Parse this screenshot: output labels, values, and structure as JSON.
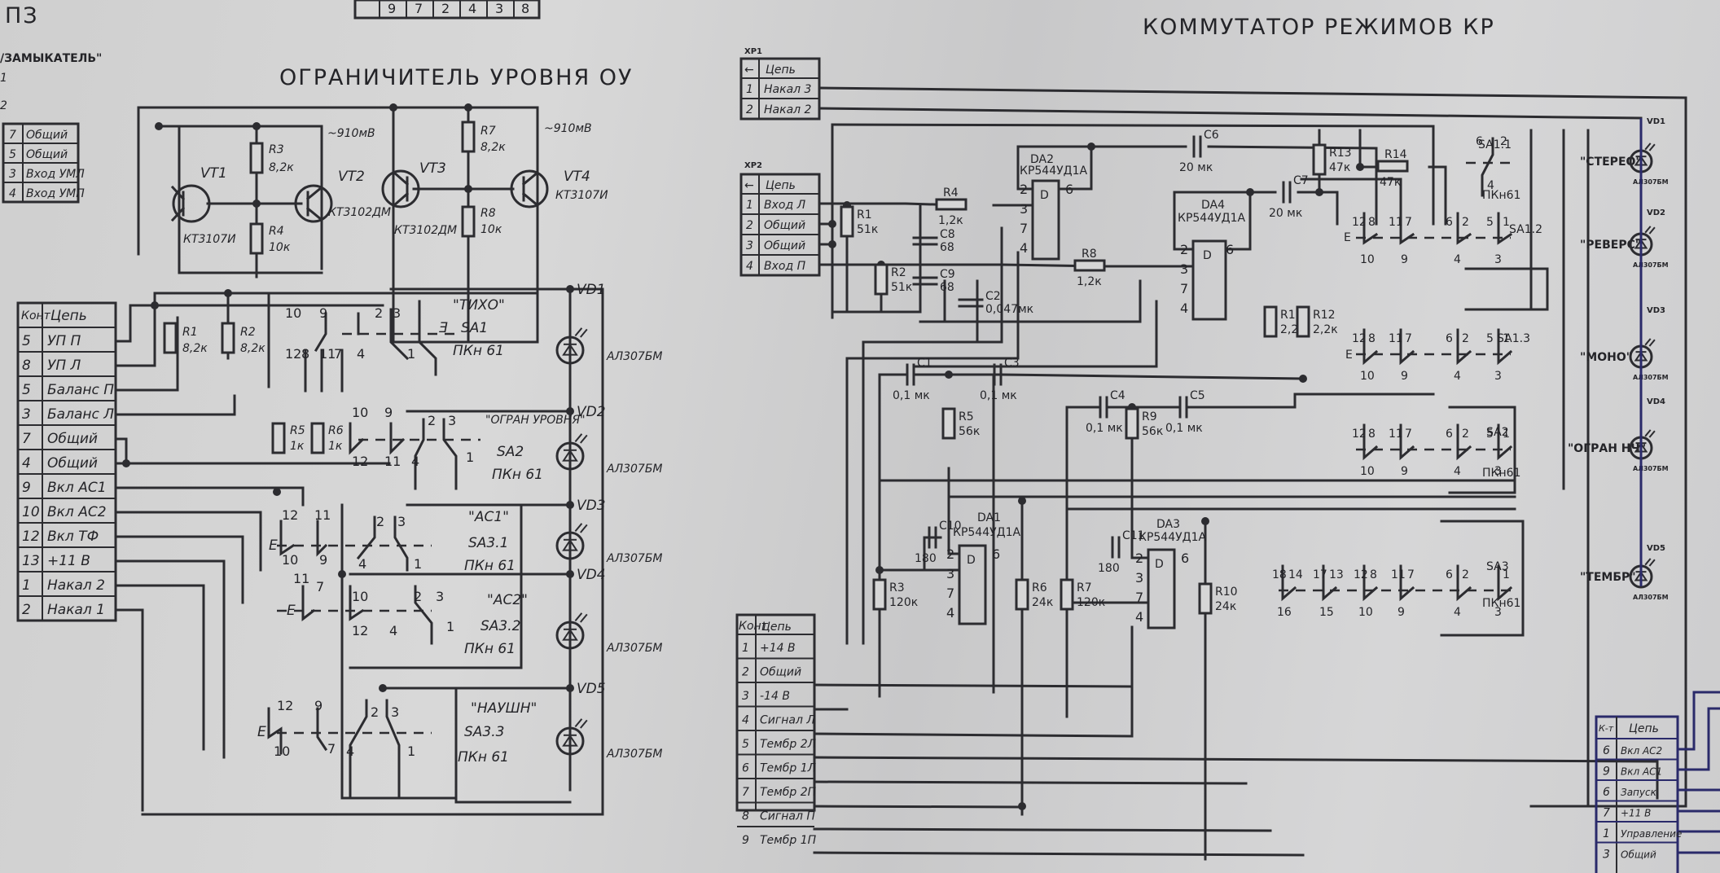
{
  "page_corner_label": "ПЗ",
  "left_fragment": {
    "text": "/ЗАМЫКАТЕЛЬ\"",
    "mark1": "1",
    "mark2": "2"
  },
  "top_strip_cells": [
    "9",
    "7",
    "2",
    "4",
    "3",
    "8"
  ],
  "left_small_table": [
    {
      "pin": "7",
      "net": "Общий"
    },
    {
      "pin": "5",
      "net": "Общий"
    },
    {
      "pin": "3",
      "net": "Вход УМЛ"
    },
    {
      "pin": "4",
      "net": "Вход УМП"
    }
  ],
  "limiter": {
    "title": "ОГРАНИЧИТЕЛЬ УРОВНЯ ОУ",
    "voltage_labels": [
      "~910мВ",
      "~910мВ"
    ],
    "transistors": [
      {
        "ref": "VT1",
        "type": "КТ3107И"
      },
      {
        "ref": "VT2",
        "type": "КТ3102ДМ"
      },
      {
        "ref": "VT3",
        "type": "КТ3102ДМ"
      },
      {
        "ref": "VT4",
        "type": "КТ3107И"
      }
    ],
    "resistors": [
      {
        "ref": "R1",
        "value": "8,2к"
      },
      {
        "ref": "R2",
        "value": "8,2к"
      },
      {
        "ref": "R3",
        "value": "8,2к"
      },
      {
        "ref": "R4",
        "value": "10к"
      },
      {
        "ref": "R5",
        "value": "1к"
      },
      {
        "ref": "R6",
        "value": "1к"
      },
      {
        "ref": "R7",
        "value": "8,2к"
      },
      {
        "ref": "R8",
        "value": "10к"
      }
    ],
    "connector": {
      "header": {
        "pin": "Конт",
        "net": "Цепь"
      },
      "rows": [
        {
          "pin": "5",
          "net": "УП П"
        },
        {
          "pin": "8",
          "net": "УП Л"
        },
        {
          "pin": "5",
          "net": "Баланс П"
        },
        {
          "pin": "3",
          "net": "Баланс Л"
        },
        {
          "pin": "7",
          "net": "Общий"
        },
        {
          "pin": "4",
          "net": "Общий"
        },
        {
          "pin": "9",
          "net": "Вкл АС1"
        },
        {
          "pin": "10",
          "net": "Вкл АС2"
        },
        {
          "pin": "12",
          "net": "Вкл ТФ"
        },
        {
          "pin": "13",
          "net": "+11 В"
        },
        {
          "pin": "1",
          "net": "Накал 2"
        },
        {
          "pin": "2",
          "net": "Накал 1"
        }
      ]
    },
    "switches": [
      {
        "name": "\"ТИХО\"",
        "ref": "SA1",
        "type": "ПКн 61",
        "contacts": [
          "10",
          "9",
          "12",
          "8",
          "11",
          "7",
          "2",
          "3",
          "4",
          "1"
        ]
      },
      {
        "name": "\"ОГРАН УРОВНЯ\"",
        "ref": "SA2",
        "type": "ПКн 61",
        "contacts": [
          "10",
          "9",
          "12",
          "11",
          "2",
          "3",
          "4",
          "1"
        ]
      },
      {
        "name": "\"АС1\"",
        "ref": "SA3.1",
        "type": "ПКн 61",
        "contacts": [
          "12",
          "11",
          "10",
          "9",
          "2",
          "3",
          "4",
          "1"
        ]
      },
      {
        "name": "\"АС2\"",
        "ref": "SA3.2",
        "type": "ПКн 61",
        "contacts": [
          "11",
          "7",
          "10",
          "12",
          "2",
          "3",
          "4",
          "1"
        ]
      },
      {
        "name": "\"НАУШН\"",
        "ref": "SA3.3",
        "type": "ПКн 61",
        "contacts": [
          "12",
          "9",
          "10",
          "7",
          "2",
          "3",
          "4",
          "1"
        ]
      }
    ],
    "leds": [
      {
        "ref": "VD1",
        "type": "АЛ307БМ"
      },
      {
        "ref": "VD2",
        "type": "АЛ307БМ"
      },
      {
        "ref": "VD3",
        "type": "АЛ307БМ"
      },
      {
        "ref": "VD4",
        "type": "АЛ307БМ"
      },
      {
        "ref": "VD5",
        "type": "АЛ307БМ"
      }
    ],
    "e_mark": "Е"
  },
  "commutator": {
    "title": "КОММУТАТОР РЕЖИМОВ КР",
    "xp1": {
      "ref": "ХР1",
      "header": {
        "pin": "←",
        "net": "Цепь"
      },
      "rows": [
        {
          "pin": "1",
          "net": "Накал 3"
        },
        {
          "pin": "2",
          "net": "Накал 2"
        }
      ]
    },
    "xp2": {
      "ref": "ХР2",
      "header": {
        "pin": "←",
        "net": "Цепь"
      },
      "rows": [
        {
          "pin": "1",
          "net": "Вход Л"
        },
        {
          "pin": "2",
          "net": "Общий"
        },
        {
          "pin": "3",
          "net": "Общий"
        },
        {
          "pin": "4",
          "net": "Вход П"
        }
      ]
    },
    "power_connector": {
      "header": {
        "pin": "Конт",
        "net": "Цепь"
      },
      "rows": [
        {
          "pin": "1",
          "net": "+14 В"
        },
        {
          "pin": "2",
          "net": "Общий"
        },
        {
          "pin": "3",
          "net": "-14 В"
        },
        {
          "pin": "4",
          "net": "Сигнал Л"
        },
        {
          "pin": "5",
          "net": "Тембр 2Л"
        },
        {
          "pin": "6",
          "net": "Тембр 1Л"
        },
        {
          "pin": "7",
          "net": "Тембр 2П"
        },
        {
          "pin": "8",
          "net": "Сигнал П"
        },
        {
          "pin": "9",
          "net": "Тембр 1П"
        }
      ]
    },
    "opamps": [
      {
        "ref": "DA1",
        "type": "КР544УД1А"
      },
      {
        "ref": "DA2",
        "type": "КР544УД1А"
      },
      {
        "ref": "DA3",
        "type": "КР544УД1А"
      },
      {
        "ref": "DA4",
        "type": "КР544УД1А"
      }
    ],
    "opamp_pins": [
      "2",
      "6",
      "3",
      "7",
      "4"
    ],
    "opamp_symbol": "D",
    "resistors": [
      {
        "ref": "R1",
        "value": "51к"
      },
      {
        "ref": "R2",
        "value": "51к"
      },
      {
        "ref": "R3",
        "value": "120к"
      },
      {
        "ref": "R4",
        "value": "1,2к"
      },
      {
        "ref": "R5",
        "value": "56к"
      },
      {
        "ref": "R6",
        "value": "24к"
      },
      {
        "ref": "R7",
        "value": "120к"
      },
      {
        "ref": "R8",
        "value": "1,2к"
      },
      {
        "ref": "R9",
        "value": "56к"
      },
      {
        "ref": "R10",
        "value": "24к"
      },
      {
        "ref": "R11",
        "value": "2,2к"
      },
      {
        "ref": "R12",
        "value": "2,2к"
      },
      {
        "ref": "R13",
        "value": "47к"
      },
      {
        "ref": "R14",
        "value": "47к"
      }
    ],
    "capacitors": [
      {
        "ref": "C1",
        "value": "0,1 мк"
      },
      {
        "ref": "C2",
        "value": "0,047мк"
      },
      {
        "ref": "C3",
        "value": "0,1 мк"
      },
      {
        "ref": "C4",
        "value": "0,1 мк"
      },
      {
        "ref": "C5",
        "value": "0,1 мк"
      },
      {
        "ref": "C6",
        "value": "20 мк"
      },
      {
        "ref": "C7",
        "value": "20 мк"
      },
      {
        "ref": "C8",
        "value": "68"
      },
      {
        "ref": "C9",
        "value": "68"
      },
      {
        "ref": "C10",
        "value": "180"
      },
      {
        "ref": "C11",
        "value": "180"
      }
    ],
    "switches": [
      {
        "ref": "SA1.1",
        "type": "ПКн61",
        "contacts": [
          "6",
          "2",
          "4"
        ]
      },
      {
        "ref": "SA1.2",
        "contacts": [
          "12",
          "8",
          "11",
          "7",
          "6",
          "2",
          "5",
          "1",
          "10",
          "9",
          "4",
          "3"
        ]
      },
      {
        "ref": "SA1.3",
        "contacts": [
          "12",
          "8",
          "11",
          "7",
          "6",
          "2",
          "5",
          "1",
          "10",
          "9",
          "4",
          "3"
        ]
      },
      {
        "ref": "SA2",
        "type": "ПКн61",
        "contacts": [
          "12",
          "8",
          "11",
          "7",
          "6",
          "2",
          "5",
          "1",
          "10",
          "9",
          "4",
          "3"
        ]
      },
      {
        "ref": "SA3",
        "type": "ПКн61",
        "contacts": [
          "18",
          "14",
          "17",
          "13",
          "12",
          "8",
          "11",
          "7",
          "6",
          "2",
          "1",
          "16",
          "15",
          "10",
          "9",
          "4",
          "3"
        ]
      }
    ],
    "mode_labels": [
      "\"СТЕРЕО\"",
      "\"РЕВЕРС\"",
      "\"МОНО\"",
      "\"ОГРАН НЧ\"",
      "\"ТЕМБР\""
    ],
    "leds": [
      {
        "ref": "VD1",
        "type": "АЛ307БМ"
      },
      {
        "ref": "VD2",
        "type": "АЛ307БМ"
      },
      {
        "ref": "VD3",
        "type": "АЛ307БМ"
      },
      {
        "ref": "VD4",
        "type": "АЛ307БМ"
      },
      {
        "ref": "VD5",
        "type": "АЛ307БМ"
      }
    ],
    "e_mark": "Е"
  },
  "bottom_right_table": {
    "header": {
      "pin": "К-т",
      "net": "Цепь"
    },
    "rows": [
      {
        "pin": "6",
        "net": "Вкл АС2"
      },
      {
        "pin": "9",
        "net": "Вкл АС1"
      },
      {
        "pin": "6",
        "net": "Запуск"
      },
      {
        "pin": "7",
        "net": "+11 В"
      },
      {
        "pin": "1",
        "net": "Управление"
      },
      {
        "pin": "3",
        "net": "Общий"
      }
    ]
  }
}
